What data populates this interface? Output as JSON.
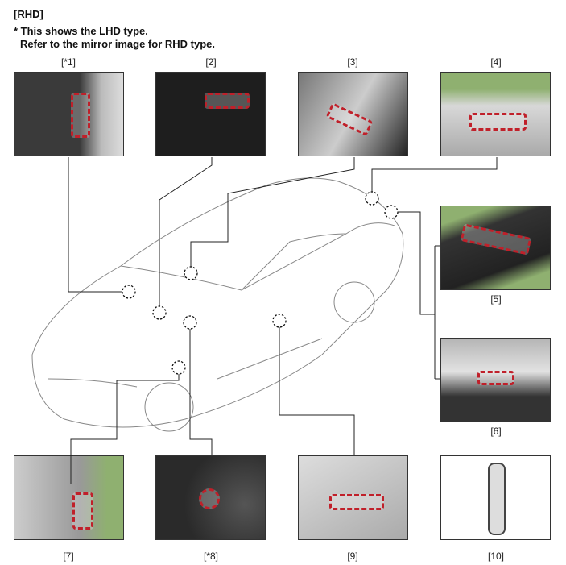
{
  "header": {
    "title": "[RHD]",
    "note_line1": "* This shows the LHD type.",
    "note_line2": "Refer to the mirror image for RHD type."
  },
  "labels": [
    "[*1]",
    "[2]",
    "[3]",
    "[4]",
    "[5]",
    "[6]",
    "[7]",
    "[*8]",
    "[9]",
    "[10]"
  ],
  "photo_colors": {
    "dark": "#2a2a2a",
    "silver": "#c8c8c8",
    "green": "#8fb070",
    "highlight": "#c0202a"
  }
}
